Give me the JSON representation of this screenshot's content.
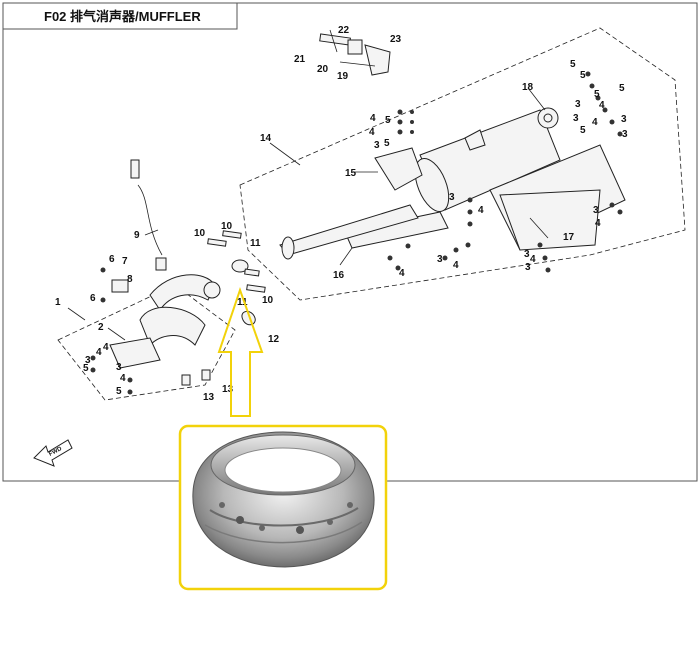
{
  "title": "F02 排气消声器/MUFFLER",
  "fwd_label": "FWD",
  "colors": {
    "highlight": "#f2d20a",
    "frame": "#555555"
  },
  "callouts": [
    "22",
    "23",
    "21",
    "20",
    "19",
    "18",
    "5",
    "5",
    "5",
    "5",
    "5",
    "5",
    "5",
    "3",
    "3",
    "3",
    "3",
    "3",
    "3",
    "3",
    "3",
    "3",
    "3",
    "4",
    "4",
    "4",
    "4",
    "4",
    "4",
    "4",
    "4",
    "4",
    "4",
    "14",
    "15",
    "16",
    "17",
    "9",
    "10",
    "10",
    "10",
    "11",
    "11",
    "12",
    "13",
    "1",
    "2",
    "6",
    "6",
    "7",
    "8",
    "4",
    "4",
    "3",
    "3",
    "5",
    "5",
    "13"
  ],
  "detail_image": {
    "name": "exhaust-gasket-ring-photo"
  }
}
